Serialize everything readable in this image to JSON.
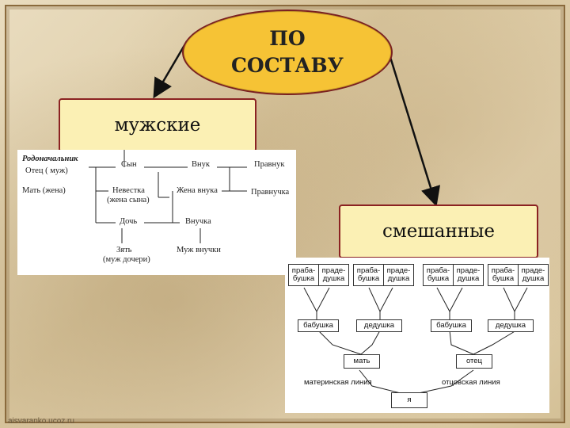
{
  "title": "ПО\nСОСТАВУ",
  "categories": {
    "male": "мужские",
    "mixed": "смешанные"
  },
  "male_tree": {
    "founder": "Родоначальник",
    "father": "Отец ( муж)",
    "mother": "Мать (жена)",
    "son": "Сын",
    "grandson": "Внук",
    "great_grandson": "Правнук",
    "daughter_in_law": "Невестка",
    "daughter_in_law_note": "(жена сына)",
    "grandson_wife": "Жена внука",
    "great_granddaughter": "Правнучка",
    "daughter": "Дочь",
    "granddaughter": "Внучка",
    "son_in_law": "Зять",
    "son_in_law_note": "(муж дочери)",
    "granddaughter_husband": "Муж внучки"
  },
  "mixed_tree": {
    "great_grandmother": "праба-\nбушка",
    "great_grandfather": "праде-\nдушка",
    "grandmother": "бабушка",
    "grandfather": "дедушка",
    "mother": "мать",
    "father": "отец",
    "me": "я",
    "maternal_line": "материнская линия",
    "paternal_line": "отцовская линия"
  },
  "watermark": "aisvaranko.ucoz.ru"
}
